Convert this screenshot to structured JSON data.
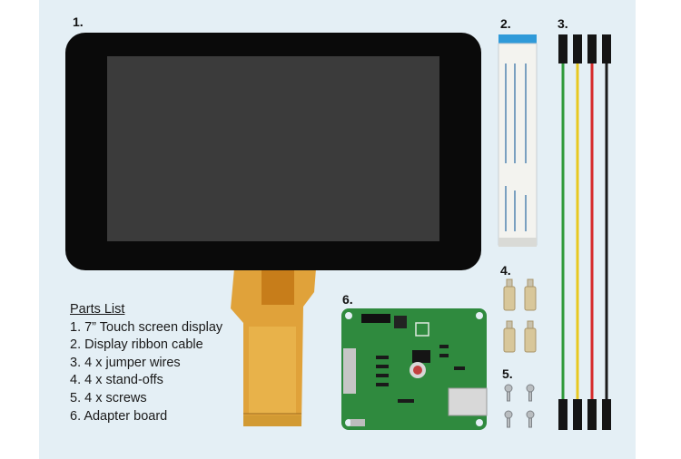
{
  "labels": {
    "display": "1.",
    "ribbon_cable": "2.",
    "jumper_wires": "3.",
    "standoffs": "4.",
    "screws": "5.",
    "adapter_board": "6."
  },
  "parts_list": {
    "title": "Parts List",
    "items": [
      "1. 7” Touch screen display",
      "2. Display ribbon cable",
      "3. 4 x jumper wires",
      "4. 4 x stand-offs",
      "5. 4 x screws",
      "6. Adapter board"
    ]
  },
  "colors": {
    "background": "#e4eff5",
    "display_bezel": "#0a0a0a",
    "display_screen": "#3b3b3b",
    "flex_cable": "#e0a23a",
    "pcb": "#2f8a3e",
    "standoff": "#d8c79a",
    "wire_green": "#2e9a3a",
    "wire_yellow": "#e8c820",
    "wire_red": "#d62a2a",
    "wire_black": "#1a1a1a"
  }
}
